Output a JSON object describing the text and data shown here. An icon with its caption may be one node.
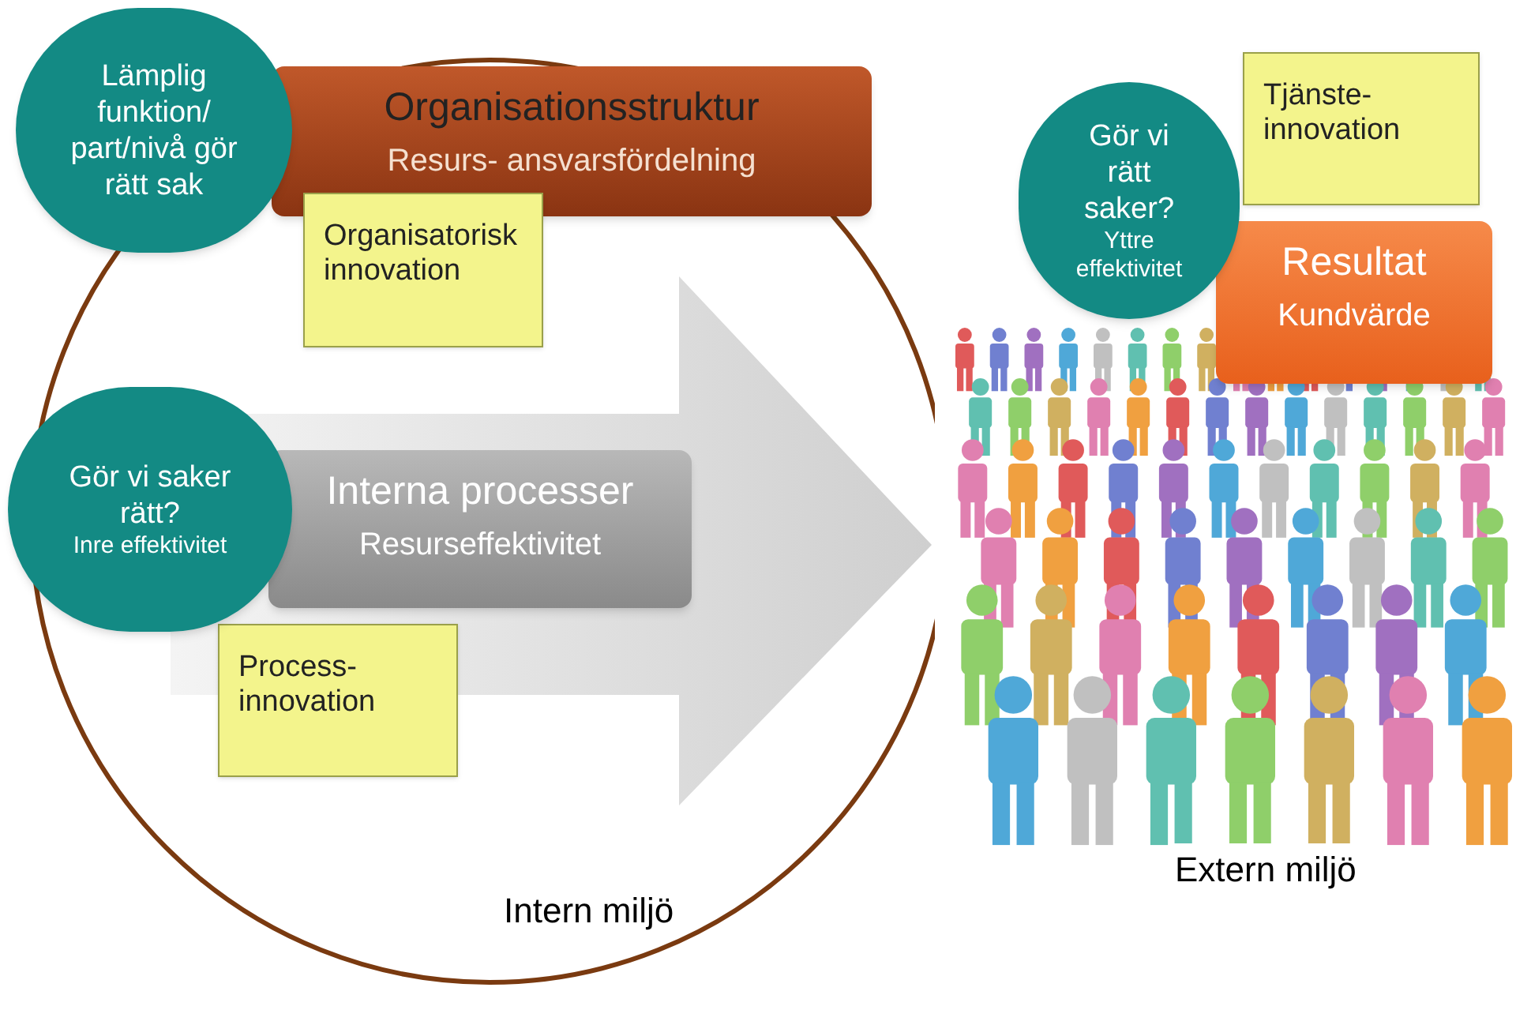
{
  "diagram": {
    "nodes": [
      {
        "text": [
          "Lämplig funktion/ part/nivå gör rätt sak"
        ]
      },
      {
        "text": [
          "Organisationsstruktur",
          "Resurs- ansvarsfördelning"
        ]
      },
      {
        "text": [
          "Organisatorisk innovation"
        ]
      },
      {
        "text": [
          "Gör vi rätt saker?",
          "Yttre effektivitet"
        ]
      },
      {
        "text": [
          "Tjänste- innovation"
        ]
      },
      {
        "text": [
          "Resultat",
          "Kundvärde"
        ]
      },
      {
        "text": [
          "Gör vi saker rätt?",
          "Inre effektivitet"
        ]
      },
      {
        "text": [
          "Interna processer",
          "Resurseffektivitet"
        ]
      },
      {
        "text": [
          "Process- innovation"
        ]
      }
    ],
    "edges": [],
    "labels": [
      "Intern miljö",
      "Extern miljö"
    ]
  }
}
